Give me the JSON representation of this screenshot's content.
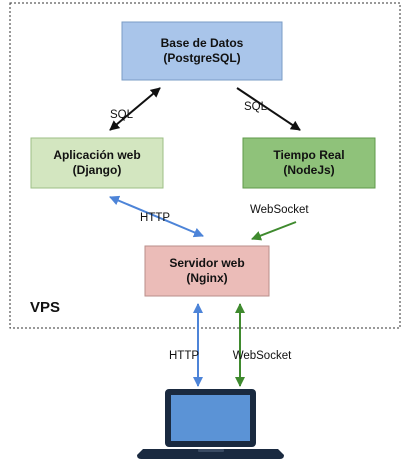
{
  "region": {
    "label": "VPS"
  },
  "nodes": {
    "database": {
      "line1": "Base de Datos",
      "line2": "(PostgreSQL)"
    },
    "webapp": {
      "line1": "Aplicación web",
      "line2": "(Django)"
    },
    "realtime": {
      "line1": "Tiempo Real",
      "line2": "(NodeJs)"
    },
    "server": {
      "line1": "Servidor web",
      "line2": "(Nginx)"
    }
  },
  "edges": {
    "db_webapp": {
      "label": "SQL"
    },
    "db_realtime": {
      "label": "SQL"
    },
    "webapp_server": {
      "label": "HTTP"
    },
    "realtime_server": {
      "label": "WebSocket"
    },
    "server_client_http": {
      "label": "HTTP"
    },
    "server_client_ws": {
      "label": "WebSocket"
    }
  },
  "colors": {
    "database_fill": "#a9c5ea",
    "database_stroke": "#7a9cc6",
    "webapp_fill": "#d3e6c0",
    "webapp_stroke": "#9dbf86",
    "realtime_fill": "#8fc27a",
    "realtime_stroke": "#5f9a4a",
    "server_fill": "#ebbcb8",
    "server_stroke": "#b98e8a",
    "arrow_black": "#111111",
    "arrow_blue": "#4d84d8",
    "arrow_green": "#3f8a2e"
  }
}
